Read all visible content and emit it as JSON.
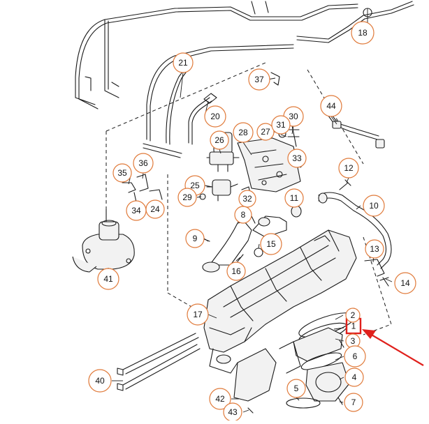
{
  "diagram": {
    "accent_color": "#e07a3a",
    "highlight_color": "#e0201c",
    "callouts": [
      "18",
      "21",
      "37",
      "20",
      "44",
      "30",
      "28",
      "27",
      "31",
      "26",
      "33",
      "35",
      "36",
      "12",
      "25",
      "29",
      "32",
      "11",
      "34",
      "24",
      "10",
      "8",
      "9",
      "15",
      "13",
      "16",
      "41",
      "14",
      "17",
      "2",
      "1",
      "3",
      "6",
      "40",
      "4",
      "5",
      "42",
      "7",
      "43"
    ],
    "highlighted_callout": "1"
  }
}
